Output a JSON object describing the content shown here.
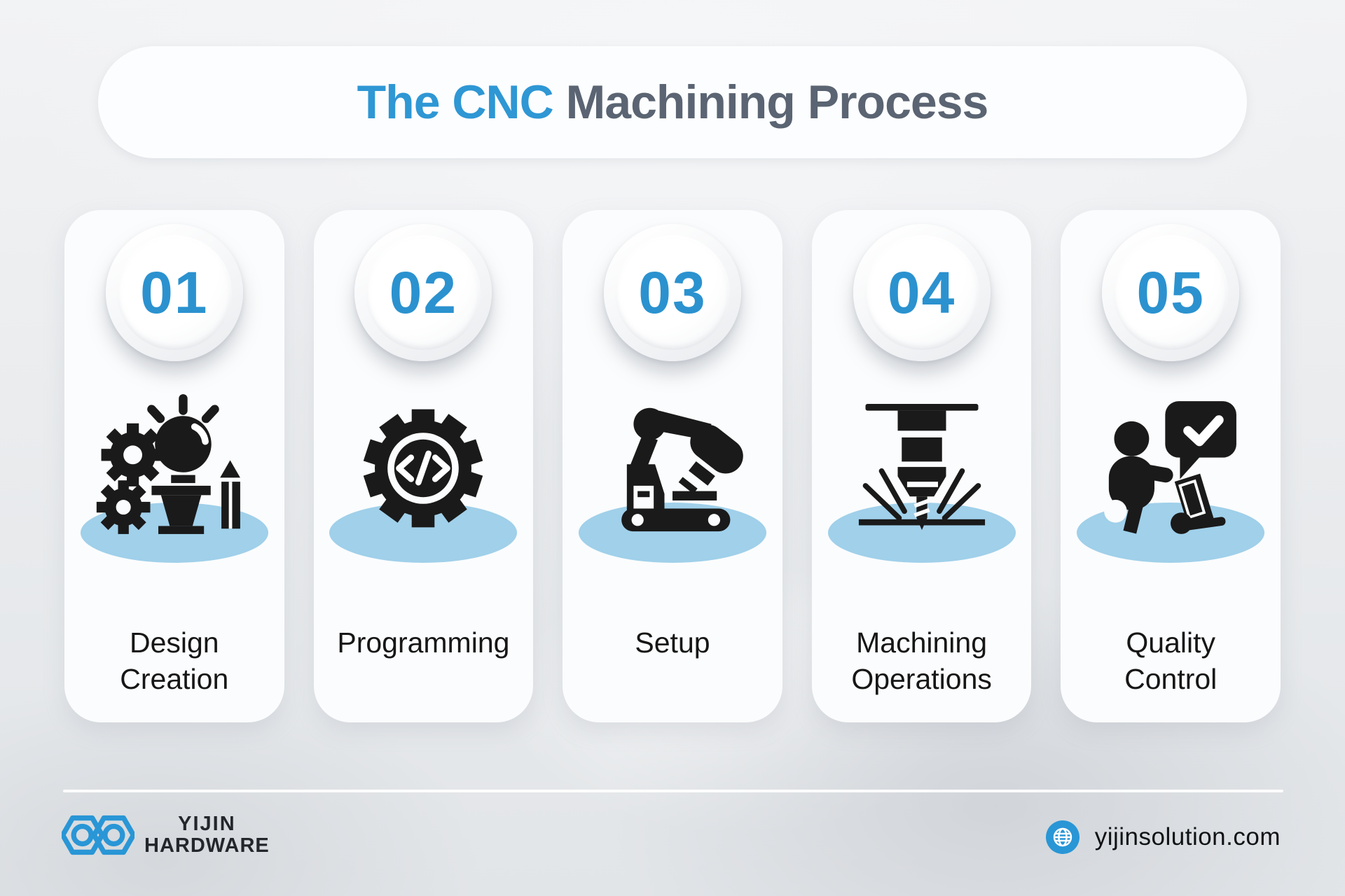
{
  "title": {
    "highlight": "The CNC",
    "rest": " Machining Process"
  },
  "steps": [
    {
      "number": "01",
      "icon": "design-creation-icon",
      "label_lines": [
        "Design",
        "Creation"
      ]
    },
    {
      "number": "02",
      "icon": "programming-icon",
      "label_lines": [
        "Programming"
      ]
    },
    {
      "number": "03",
      "icon": "robot-arm-icon",
      "label_lines": [
        "Setup"
      ]
    },
    {
      "number": "04",
      "icon": "milling-spindle-icon",
      "label_lines": [
        "Machining",
        "Operations"
      ]
    },
    {
      "number": "05",
      "icon": "quality-check-icon",
      "label_lines": [
        "Quality",
        "Control"
      ]
    }
  ],
  "footer": {
    "brand_line1": "YIJIN",
    "brand_line2": "HARDWARE",
    "website": "yijinsolution.com"
  },
  "colors": {
    "accent_blue": "#2e97d4",
    "number_blue": "#2b92cf",
    "light_blue_ellipse": "#a0d0ea",
    "title_gray": "#5a6472",
    "icon_black": "#1a1a1a"
  }
}
